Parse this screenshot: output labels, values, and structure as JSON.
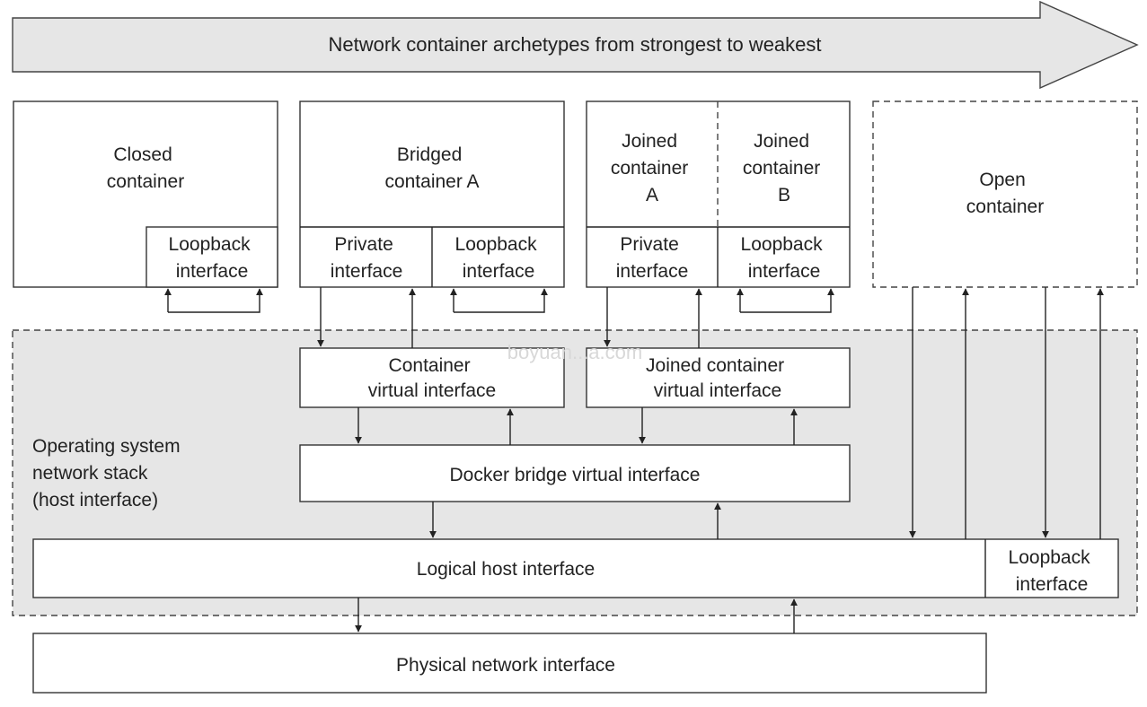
{
  "banner": {
    "title": "Network container archetypes from strongest to weakest"
  },
  "containers": {
    "closed": {
      "title": [
        "Closed",
        "container"
      ],
      "loopback": [
        "Loopback",
        "interface"
      ]
    },
    "bridged": {
      "title": [
        "Bridged",
        "container A"
      ],
      "private": [
        "Private",
        "interface"
      ],
      "loopback": [
        "Loopback",
        "interface"
      ]
    },
    "joined": {
      "a_title": [
        "Joined",
        "container",
        "A"
      ],
      "b_title": [
        "Joined",
        "container",
        "B"
      ],
      "private": [
        "Private",
        "interface"
      ],
      "loopback": [
        "Loopback",
        "interface"
      ]
    },
    "open": {
      "title": [
        "Open",
        "container"
      ]
    }
  },
  "host": {
    "stack_label": [
      "Operating system",
      "network stack",
      "(host interface)"
    ],
    "container_vif": [
      "Container",
      "virtual interface"
    ],
    "joined_vif": [
      "Joined container",
      "virtual interface"
    ],
    "docker_bridge": "Docker bridge virtual interface",
    "logical_host": "Logical host interface",
    "host_loopback": [
      "Loopback",
      "interface"
    ]
  },
  "physical": "Physical network interface",
  "watermark": "boyuan...a.com"
}
